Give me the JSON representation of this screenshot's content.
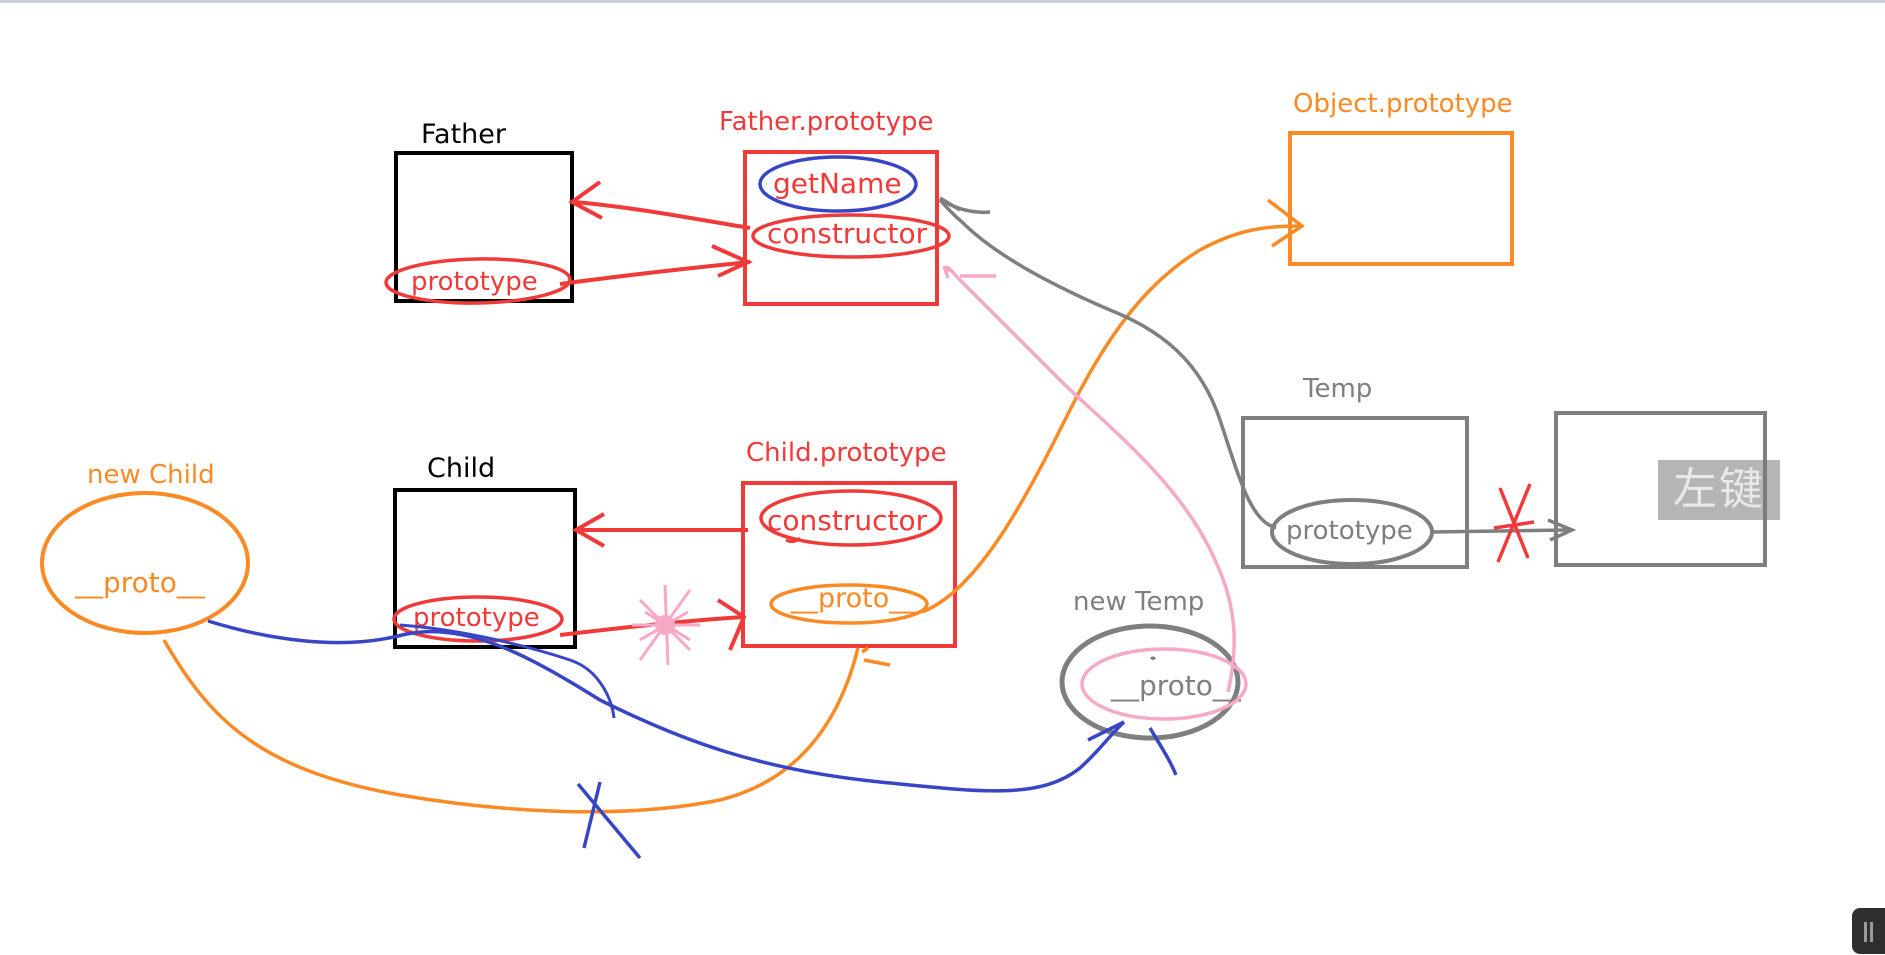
{
  "labels": {
    "father": "Father",
    "father_prototype": "Father.prototype",
    "object_prototype": "Object.prototype",
    "child": "Child",
    "child_prototype": "Child.prototype",
    "new_child": "new Child",
    "temp": "Temp",
    "new_temp": "new Temp"
  },
  "fields": {
    "father_proto_prop": "prototype",
    "get_name": "getName",
    "father_constructor": "constructor",
    "child_proto_prop": "prototype",
    "child_constructor": "constructor",
    "child_proto_link": "__proto__",
    "new_child_proto": "__proto__",
    "temp_proto_prop": "prototype",
    "new_temp_proto": "__proto__"
  },
  "overlay": {
    "text": "左键"
  },
  "colors": {
    "black": "#000000",
    "red": "#f03a3a",
    "orange": "#fb8a24",
    "blue": "#3846c6",
    "gray": "#7f7f7f",
    "pink": "#f6a9c6"
  }
}
